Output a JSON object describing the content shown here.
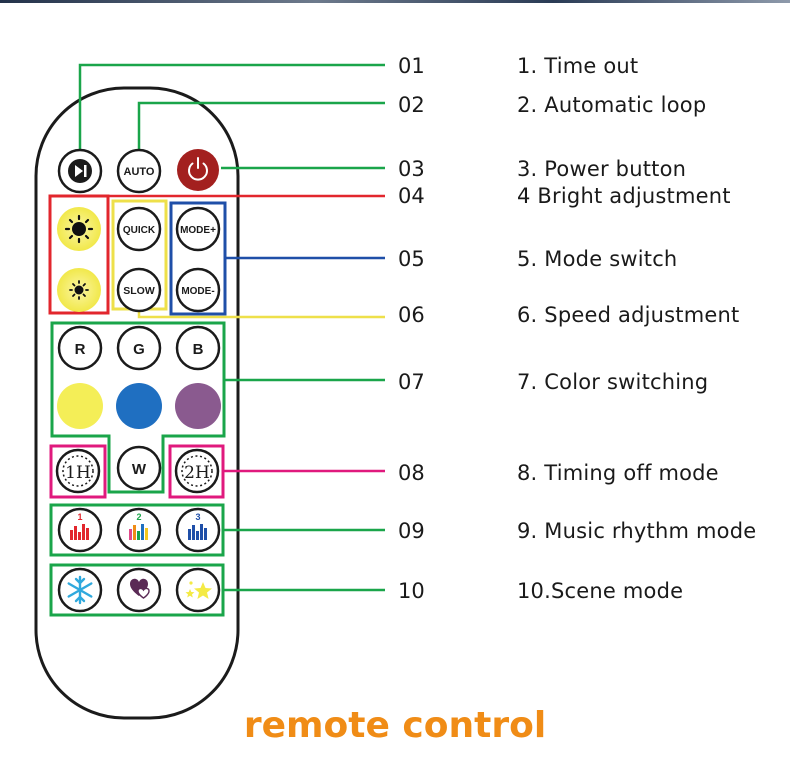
{
  "title": "remote control",
  "callouts": [
    {
      "number": "01",
      "text": "1.  Time out",
      "color": "#1aa54a"
    },
    {
      "number": "02",
      "text": "2.  Automatic loop",
      "color": "#1aa54a"
    },
    {
      "number": "03",
      "text": "3.  Power button",
      "color": "#1aa54a"
    },
    {
      "number": "04",
      "text": "4   Bright adjustment",
      "color": "#e2262d"
    },
    {
      "number": "05",
      "text": "5.  Mode switch",
      "color": "#1f4fa8"
    },
    {
      "number": "06",
      "text": "6.  Speed adjustment",
      "color": "#eee04a"
    },
    {
      "number": "07",
      "text": "7.  Color switching",
      "color": "#1aa54a"
    },
    {
      "number": "08",
      "text": "8.  Timing off mode",
      "color": "#e0197d"
    },
    {
      "number": "09",
      "text": "9.  Music rhythm mode",
      "color": "#1aa54a"
    },
    {
      "number": "10",
      "text": "10.Scene mode",
      "color": "#1aa54a"
    }
  ],
  "buttons": {
    "auto": "AUTO",
    "quick": "QUICK",
    "slow": "SLOW",
    "mode_plus": "MODE+",
    "mode_minus": "MODE-",
    "r": "R",
    "g": "G",
    "b": "B",
    "w": "W",
    "timer_1h": "1H",
    "timer_2h": "2H",
    "music_1": "1",
    "music_2": "2",
    "music_3": "3"
  },
  "colors": {
    "power": "#a3201f",
    "brightness": "#f6ef62",
    "yellow": "#f4ee57",
    "blue": "#1f6fc1",
    "purple": "#8a5a8f",
    "snowflake": "#2fa9dd",
    "heart": "#5a2a55",
    "stars": "#f4ea45",
    "title": "#f08c16"
  },
  "icons": {
    "time_out": "play-pause-icon",
    "power": "power-icon",
    "brightness": "sun-icon",
    "timer": "clock-icon",
    "music": "equalizer-icon",
    "scene_1": "snowflake-icon",
    "scene_2": "hearts-icon",
    "scene_3": "stars-icon"
  }
}
